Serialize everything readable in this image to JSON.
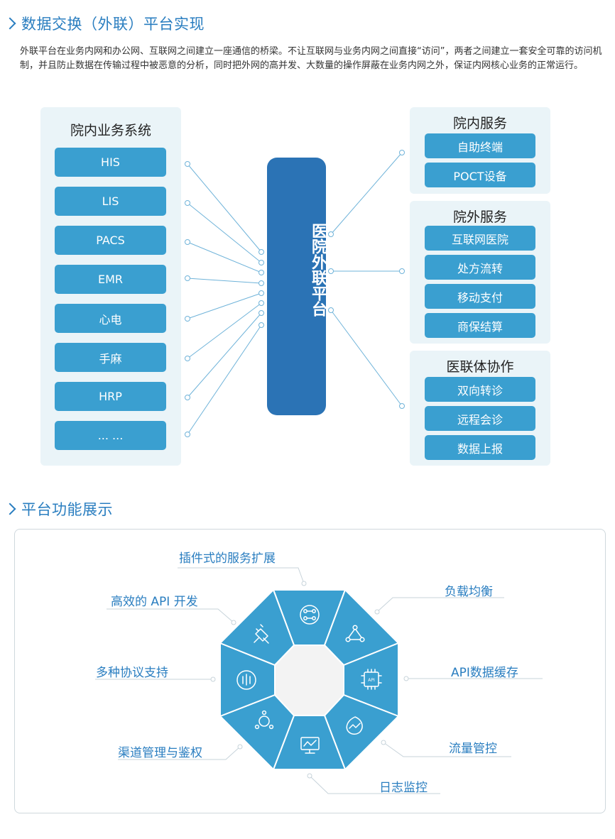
{
  "section1": {
    "title": "数据交换（外联）平台实现"
  },
  "intro": "外联平台在业务内网和办公网、互联网之间建立一座通信的桥梁。不让互联网与业务内网之间直接“访问”，两者之间建立一套安全可靠的访问机制，并且防止数据在传输过程中被恶意的分析，同时把外网的高并发、大数量的操作屏蔽在业务内网之外，保证内网核心业务的正常运行。",
  "left_panel": {
    "title": "院内业务系统",
    "items": [
      "HIS",
      "LIS",
      "PACS",
      "EMR",
      "心电",
      "手麻",
      "HRP",
      "... ..."
    ]
  },
  "center": {
    "label": "医院外联平台"
  },
  "right_panels": [
    {
      "title": "院内服务",
      "items": [
        "自助终端",
        "POCT设备"
      ]
    },
    {
      "title": "院外服务",
      "items": [
        "互联网医院",
        "处方流转",
        "移动支付",
        "商保结算"
      ]
    },
    {
      "title": "医联体协作",
      "items": [
        "双向转诊",
        "远程会诊",
        "数据上报"
      ]
    }
  ],
  "section2": {
    "title": "平台功能展示"
  },
  "features": {
    "plugin": "插件式的服务扩展",
    "load_balance": "负载均衡",
    "api_dev": "高效的 API 开发",
    "api_cache": "API数据缓存",
    "protocols": "多种协议支持",
    "traffic": "流量管控",
    "channel_auth": "渠道管理与鉴权",
    "log_monitor": "日志监控",
    "api_chip_text": "API"
  },
  "colors": {
    "accent": "#2a7ec0",
    "tile": "#3a9fd0",
    "center_bar": "#2b73b5",
    "panel_bg": "#eaf4f8",
    "octagon": "#3a9fd0"
  },
  "icons": {
    "plugin": "flow-nodes-icon",
    "load_balance": "triangle-network-icon",
    "api_cache": "api-chip-icon",
    "traffic": "speed-drop-icon",
    "log_monitor": "monitor-chart-icon",
    "channel_auth": "hub-nodes-icon",
    "protocols": "bars-circle-icon",
    "api_dev": "plug-icon"
  }
}
